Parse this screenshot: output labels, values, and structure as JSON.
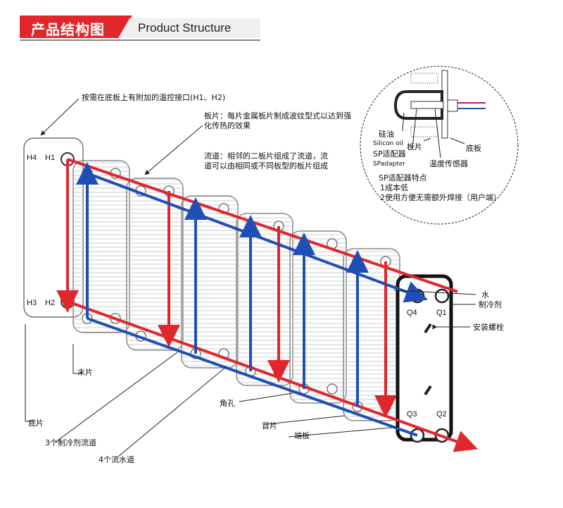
{
  "header": {
    "title_cn": "产品结构图",
    "title_en": "Product Structure"
  },
  "annotations": {
    "temp_port": "按需在底板上有附加的温控接口(H1、H2)",
    "plate_desc_1": "板片：每片金属板片制成波纹型式以达到强",
    "plate_desc_2": "化传热的效果",
    "channel_desc_1": "流道：相邻的二板片组成了流道，流",
    "channel_desc_2": "道可以由相同或不同板型的板片组成",
    "water": "水",
    "refrigerant": "制冷剂",
    "bolt": "安装螺栓",
    "end_plate": "末片",
    "base_plate": "底片",
    "refrigerant_channels": "3个制冷剂流道",
    "water_channels": "4个流水道",
    "corner_hole": "角孔",
    "first_plate": "首片",
    "end_cover": "端板"
  },
  "ports": {
    "h4": "H4",
    "h1": "H1",
    "h3": "H3",
    "h2": "H2",
    "q4": "Q4",
    "q1": "Q1",
    "q3": "Q3",
    "q2": "Q2"
  },
  "inset": {
    "silicon_cn": "硅油",
    "silicon_en": "Silicon oil",
    "plate": "板片",
    "base": "底板",
    "sp_cn": "SP适配器",
    "sp_en": "SPadapter",
    "sensor": "温度传感器",
    "features_title": "SP适配器特点",
    "feature_1": "1成本低",
    "feature_2": "2使用方便无需额外焊接（用户端）"
  },
  "colors": {
    "red": "#e1262c",
    "blue": "#1f4fb5",
    "outline": "#333333",
    "accent_grey": "#efefef"
  }
}
